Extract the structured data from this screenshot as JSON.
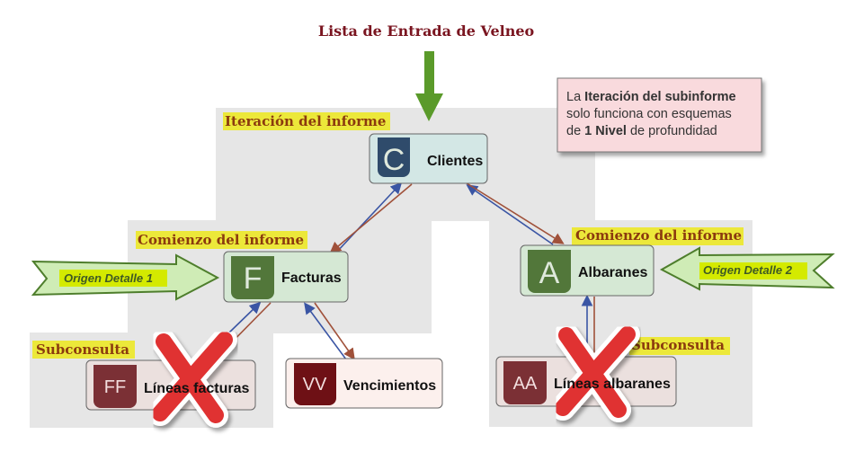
{
  "title": "Lista de Entrada de Velneo",
  "labels": {
    "iteracion": "Iteración del informe",
    "comienzo_left": "Comienzo del informe",
    "comienzo_right": "Comienzo del informe",
    "sub_left": "Subconsulta",
    "sub_right": "Subconsulta",
    "origen1": "Origen Detalle 1",
    "origen2": "Origen Detalle 2"
  },
  "nodes": {
    "clientes": {
      "icon": "C",
      "label": "Clientes"
    },
    "facturas": {
      "icon": "F",
      "label": "Facturas"
    },
    "albaranes": {
      "icon": "A",
      "label": "Albaranes"
    },
    "lineas_facturas": {
      "icon": "FF",
      "label": "Líneas facturas"
    },
    "vencimientos": {
      "icon": "VV",
      "label": "Vencimientos"
    },
    "lineas_albaranes": {
      "icon": "AA",
      "label": "Líneas albaranes"
    }
  },
  "note": {
    "l1a": "La ",
    "l1b": "Iteración del subinforme",
    "l2": "solo funciona con esquemas",
    "l3a": "de ",
    "l3b": "1 Nivel",
    "l3c": " de profundidad"
  },
  "colors": {
    "gray_bg": "#e6e6e6",
    "label_highlight": "#ece83a",
    "blue_arrow": "#3a55a4",
    "red_arrow": "#a0513a",
    "x_mark": "#e03030"
  }
}
